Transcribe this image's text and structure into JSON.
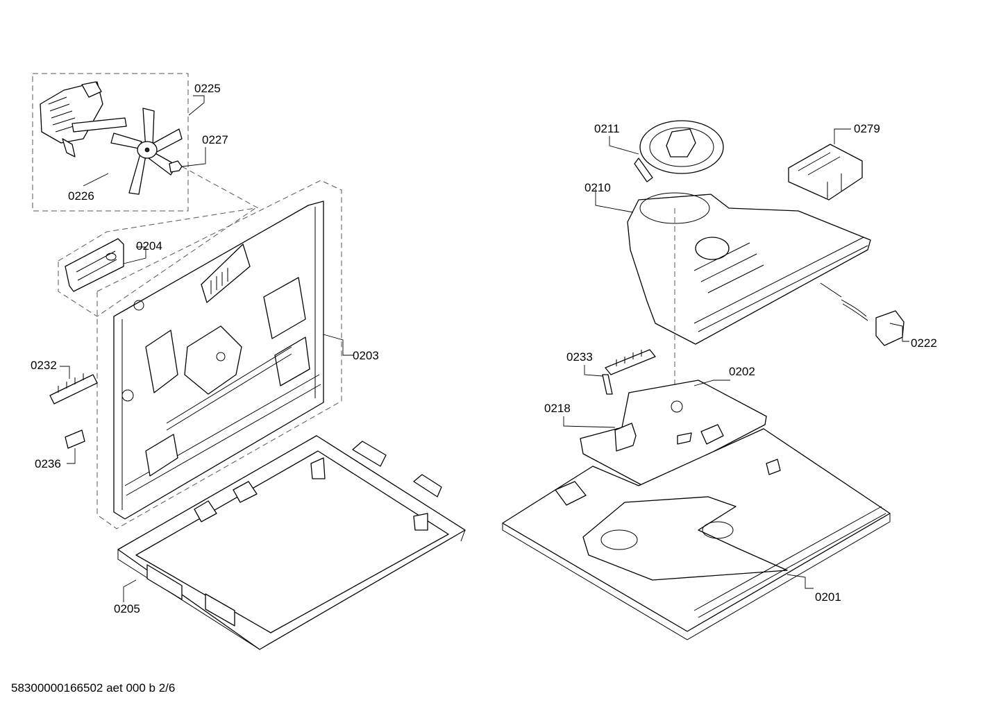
{
  "labels": {
    "l0225": "0225",
    "l0227": "0227",
    "l0226": "0226",
    "l0204": "0204",
    "l0203": "0203",
    "l0232": "0232",
    "l0236": "0236",
    "l0205": "0205",
    "l0211": "0211",
    "l0279": "0279",
    "l0210": "0210",
    "l0222": "0222",
    "l0233": "0233",
    "l0202": "0202",
    "l0218": "0218",
    "l0201": "0201"
  },
  "footer": "58300000166502 aet 000 b 2/6"
}
